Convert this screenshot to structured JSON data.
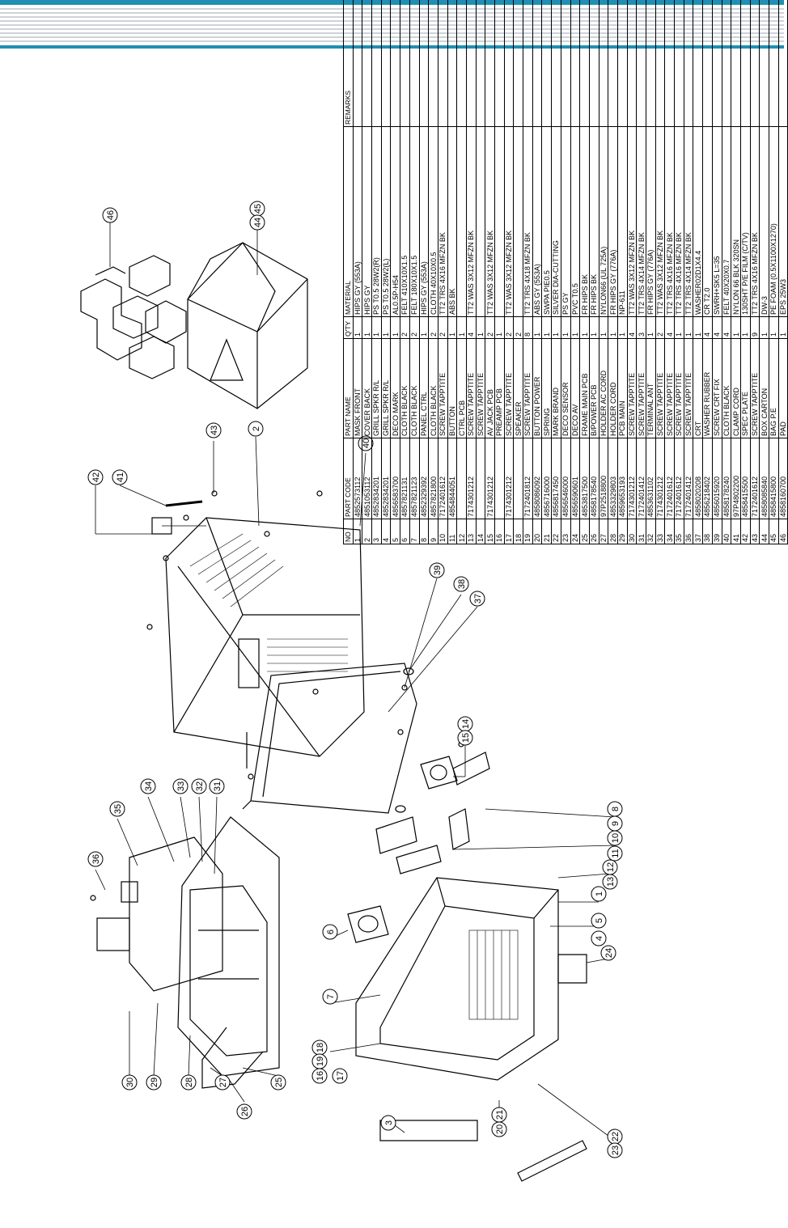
{
  "colors": {
    "header_blue": "#1f8fb3",
    "line": "#000000"
  },
  "balloons": [
    {
      "id": "b46",
      "label": "46"
    },
    {
      "id": "b45",
      "label": "45"
    },
    {
      "id": "b44",
      "label": "44"
    },
    {
      "id": "b43",
      "label": "43"
    },
    {
      "id": "b42",
      "label": "42"
    },
    {
      "id": "b41",
      "label": "41"
    },
    {
      "id": "b2",
      "label": "2"
    },
    {
      "id": "b40",
      "label": "40"
    },
    {
      "id": "b39",
      "label": "39"
    },
    {
      "id": "b38",
      "label": "38"
    },
    {
      "id": "b37",
      "label": "37"
    },
    {
      "id": "b36",
      "label": "36"
    },
    {
      "id": "b35",
      "label": "35"
    },
    {
      "id": "b34",
      "label": "34"
    },
    {
      "id": "b33",
      "label": "33"
    },
    {
      "id": "b32",
      "label": "32"
    },
    {
      "id": "b31",
      "label": "31"
    },
    {
      "id": "b30",
      "label": "30"
    },
    {
      "id": "b29",
      "label": "29"
    },
    {
      "id": "b28",
      "label": "28"
    },
    {
      "id": "b27",
      "label": "27"
    },
    {
      "id": "b26",
      "label": "26"
    },
    {
      "id": "b25",
      "label": "25"
    },
    {
      "id": "b14",
      "label": "14"
    },
    {
      "id": "b15",
      "label": "15"
    },
    {
      "id": "b8",
      "label": "8"
    },
    {
      "id": "b9",
      "label": "9"
    },
    {
      "id": "b10",
      "label": "10"
    },
    {
      "id": "b11",
      "label": "11"
    },
    {
      "id": "b12",
      "label": "12"
    },
    {
      "id": "b13",
      "label": "13"
    },
    {
      "id": "b1",
      "label": "1"
    },
    {
      "id": "b5",
      "label": "5"
    },
    {
      "id": "b4",
      "label": "4"
    },
    {
      "id": "b24",
      "label": "24"
    },
    {
      "id": "b6",
      "label": "6"
    },
    {
      "id": "b7",
      "label": "7"
    },
    {
      "id": "b18",
      "label": "18"
    },
    {
      "id": "b19",
      "label": "19"
    },
    {
      "id": "b16",
      "label": "16"
    },
    {
      "id": "b17",
      "label": "17"
    },
    {
      "id": "b3",
      "label": "3"
    },
    {
      "id": "b21",
      "label": "21"
    },
    {
      "id": "b20",
      "label": "20"
    },
    {
      "id": "b22",
      "label": "22"
    },
    {
      "id": "b23",
      "label": "23"
    }
  ],
  "parts_table": {
    "headers": {
      "no": "NO",
      "code": "PART CODE",
      "name": "PART NAME",
      "qty": "Q'TY",
      "material": "MATERIAL",
      "remarks": "REMARKS"
    },
    "rows": [
      {
        "no": "46",
        "code": "4858160700",
        "name": "PAD",
        "qty": "1",
        "material": "EPS 25W3",
        "remarks": ""
      },
      {
        "no": "45",
        "code": "4858415800",
        "name": "BAG P.E",
        "qty": "1",
        "material": "PE FOAM (0.5X1100X1270)",
        "remarks": ""
      },
      {
        "no": "44",
        "code": "4858085840",
        "name": "BOX CARTON",
        "qty": "1",
        "material": "DW-3",
        "remarks": ""
      },
      {
        "no": "43",
        "code": "7172401612",
        "name": "SCREW TAPPTITE",
        "qty": "9",
        "material": "TT2 TRS 4X16 MFZN BK",
        "remarks": ""
      },
      {
        "no": "42",
        "code": "4858415500",
        "name": "SPEC PLATE",
        "qty": "1",
        "material": "130SHT P/E FILM (C/TV)",
        "remarks": ""
      },
      {
        "no": "41",
        "code": "97P4802200",
        "name": "CLAMP CORD",
        "qty": "1",
        "material": "NYLON 66 BLK 320SN",
        "remarks": ""
      },
      {
        "no": "40",
        "code": "4858178240",
        "name": "CLOTH BLACK",
        "qty": "4",
        "material": "FELT 40X20X0.7",
        "remarks": ""
      },
      {
        "no": "39",
        "code": "4856015920",
        "name": "SCREW CRT FIX",
        "qty": "4",
        "material": "SWRH+SK5 L=35",
        "remarks": ""
      },
      {
        "no": "38",
        "code": "4856218402",
        "name": "WASHER RUBBER",
        "qty": "4",
        "material": "CR T2.0",
        "remarks": ""
      },
      {
        "no": "37",
        "code": "4858020208",
        "name": "CRT",
        "qty": "1",
        "material": "WASHER02D1X4.4",
        "remarks": ""
      },
      {
        "no": "36",
        "code": "7172401412",
        "name": "SCREW TAPPTITE",
        "qty": "1",
        "material": "TT2 TRS 4X14 MFZN BK",
        "remarks": ""
      },
      {
        "no": "35",
        "code": "7172401612",
        "name": "SCREW TAPPTITE",
        "qty": "1",
        "material": "TT2 TRS 4X16 MFZN BK",
        "remarks": ""
      },
      {
        "no": "34",
        "code": "7172401612",
        "name": "SCREW TAPPTITE",
        "qty": "4",
        "material": "TT2 TRS 4X16 MFZN BK",
        "remarks": ""
      },
      {
        "no": "33",
        "code": "7174301212",
        "name": "SCREW TAPPTITE",
        "qty": "2",
        "material": "TT2 WAS 3X12 MFZN BK",
        "remarks": ""
      },
      {
        "no": "32",
        "code": "4853631102",
        "name": "TERMINAL ANT",
        "qty": "1",
        "material": "FR HIPS GY (776A)",
        "remarks": ""
      },
      {
        "no": "31",
        "code": "7172401412",
        "name": "SCREW TAPPTITE",
        "qty": "3",
        "material": "TT2 TRS 4X14 MFZN BK",
        "remarks": ""
      },
      {
        "no": "30",
        "code": "7174301212",
        "name": "SCREW TAPPTITE",
        "qty": "4",
        "material": "TT2 WAS 3X12 MFZN BK",
        "remarks": ""
      },
      {
        "no": "29",
        "code": "4859653193",
        "name": "PCB MAIN",
        "qty": "1",
        "material": "NP-611",
        "remarks": ""
      },
      {
        "no": "28",
        "code": "4853329803",
        "name": "HOLDER CORD",
        "qty": "1",
        "material": "FR HIPS GY (776A)",
        "remarks": ""
      },
      {
        "no": "27",
        "code": "97P2518800",
        "name": "HOLDER AC CORD",
        "qty": "1",
        "material": "NYLON66 (UL 725A)",
        "remarks": ""
      },
      {
        "no": "26",
        "code": "4858178540",
        "name": "B/POWER PCB",
        "qty": "1",
        "material": "FR HIPS BK",
        "remarks": ""
      },
      {
        "no": "25",
        "code": "4853817500",
        "name": "FRAME MAIN PCB",
        "qty": "1",
        "material": "FR HIPS BK",
        "remarks": ""
      },
      {
        "no": "24",
        "code": "4856590601",
        "name": "DECO AV",
        "qty": "1",
        "material": "PVC T0.5",
        "remarks": ""
      },
      {
        "no": "23",
        "code": "4856546000",
        "name": "DECO SENSOR",
        "qty": "1",
        "material": "PS GY",
        "remarks": ""
      },
      {
        "no": "22",
        "code": "4856817450",
        "name": "MARK BRAND",
        "qty": "1",
        "material": "SILVER DIA-CUTTING",
        "remarks": ""
      },
      {
        "no": "21",
        "code": "4856716000",
        "name": "SPRING",
        "qty": "1",
        "material": "SWPA PIE0.5",
        "remarks": ""
      },
      {
        "no": "20",
        "code": "4858086092",
        "name": "BUTTON POWER",
        "qty": "1",
        "material": "ABS GY (553A)",
        "remarks": ""
      },
      {
        "no": "19",
        "code": "7172401812",
        "name": "SCREW TAPPTITE",
        "qty": "8",
        "material": "TT2 TRS 4X18 MFZN BK",
        "remarks": ""
      },
      {
        "no": "18",
        "code": "",
        "name": "SPEAKER",
        "qty": "2",
        "material": "",
        "remarks": ""
      },
      {
        "no": "17",
        "code": "7174301212",
        "name": "SCREW TAPPTITE",
        "qty": "2",
        "material": "TT2 WAS 3X12 MFZN BK",
        "remarks": ""
      },
      {
        "no": "16",
        "code": "",
        "name": "PREAMP PCB",
        "qty": "1",
        "material": "",
        "remarks": ""
      },
      {
        "no": "15",
        "code": "7174301212",
        "name": "AV JACK PCB",
        "qty": "2",
        "material": "TT2 WAS 3X12 MFZN BK",
        "remarks": ""
      },
      {
        "no": "14",
        "code": "",
        "name": "SCREW TAPPTITE",
        "qty": "1",
        "material": "",
        "remarks": ""
      },
      {
        "no": "13",
        "code": "7174301212",
        "name": "SCREW TAPPTITE",
        "qty": "4",
        "material": "TT2 WAS 3X12 MFZN BK",
        "remarks": ""
      },
      {
        "no": "12",
        "code": "",
        "name": "CTRL PCB",
        "qty": "1",
        "material": "",
        "remarks": ""
      },
      {
        "no": "11",
        "code": "4854844051",
        "name": "BUTTON",
        "qty": "1",
        "material": "ABS BK",
        "remarks": ""
      },
      {
        "no": "10",
        "code": "7172401612",
        "name": "SCREW TAPPTITE",
        "qty": "2",
        "material": "TT2 TRS 4X16 MFZN BK",
        "remarks": ""
      },
      {
        "no": "9",
        "code": "4857821800",
        "name": "CLOTH BLACK",
        "qty": "2",
        "material": "CLOTH 40X10X0.5",
        "remarks": ""
      },
      {
        "no": "8",
        "code": "4852329392",
        "name": "PANEL CTRL",
        "qty": "1",
        "material": "HIPS GY (553A)",
        "remarks": ""
      },
      {
        "no": "7",
        "code": "4857821123",
        "name": "CLOTH BLACK",
        "qty": "2",
        "material": "FELT 180X10X1.5",
        "remarks": ""
      },
      {
        "no": "6",
        "code": "4857821131",
        "name": "CLOTH BLACK",
        "qty": "2",
        "material": "FELT 410X10X1.5",
        "remarks": ""
      },
      {
        "no": "5",
        "code": "4856583700",
        "name": "DECO MARK",
        "qty": "1",
        "material": "AL0.5P-H54",
        "remarks": ""
      },
      {
        "no": "4",
        "code": "4852834201",
        "name": "GRILL SPKR R/L",
        "qty": "1",
        "material": "PS T0.5 28W2(L)",
        "remarks": ""
      },
      {
        "no": "3",
        "code": "4852834201",
        "name": "GRILL SPKR R/L",
        "qty": "1",
        "material": "PS T0.5 28W2(R)",
        "remarks": ""
      },
      {
        "no": "2",
        "code": "4851053112",
        "name": "COVER BACK",
        "qty": "1",
        "material": "HIPS GY",
        "remarks": ""
      },
      {
        "no": "1",
        "code": "4852573112",
        "name": "MASK FRONT",
        "qty": "1",
        "material": "HIPS GY (553A)",
        "remarks": ""
      }
    ]
  }
}
